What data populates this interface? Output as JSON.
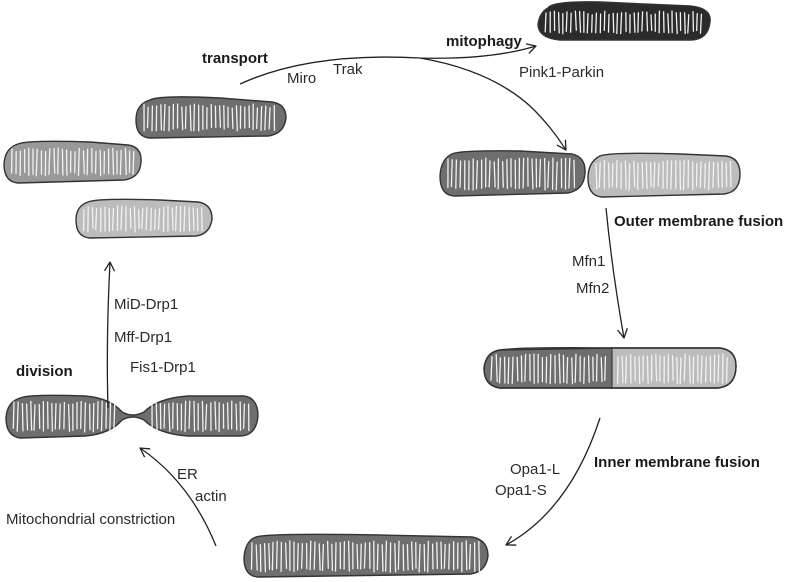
{
  "colors": {
    "black": "#2b2b2b",
    "dark": "#6e6e6e",
    "medium": "#999999",
    "light": "#bcbcbc",
    "outline": "#333333",
    "crista": "#f2f2f2"
  },
  "labels": {
    "transport": "transport",
    "miro": "Miro",
    "trak": "Trak",
    "mitophagy": "mitophagy",
    "pink1_parkin": "Pink1-Parkin",
    "outer_membrane_fusion": "Outer membrane fusion",
    "mfn1": "Mfn1",
    "mfn2": "Mfn2",
    "inner_membrane_fusion": "Inner membrane fusion",
    "opa1_l": "Opa1-L",
    "opa1_s": "Opa1-S",
    "er": "ER",
    "actin": "actin",
    "mitochondrial_constriction": "Mitochondrial constriction",
    "division": "division",
    "mid_drp1": "MiD-Drp1",
    "mff_drp1": "Mff-Drp1",
    "fis1_drp1": "Fis1-Drp1"
  }
}
